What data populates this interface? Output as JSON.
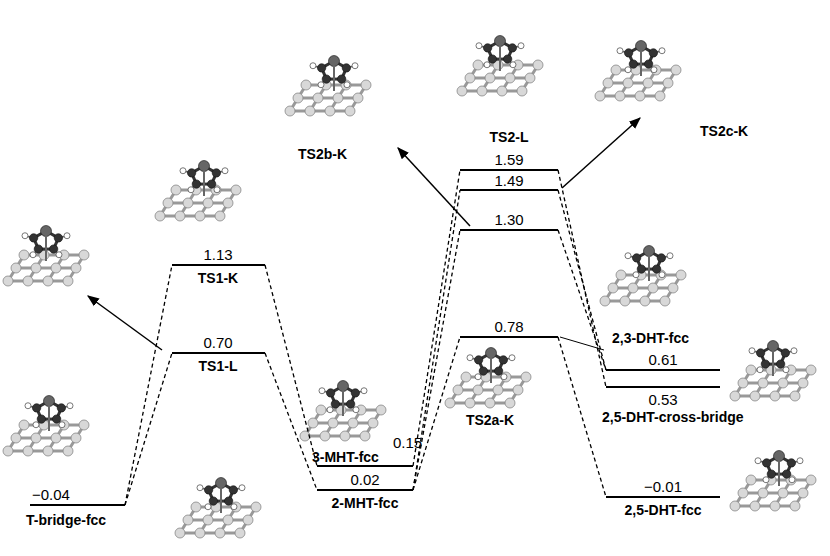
{
  "diagram": {
    "nodes": [
      {
        "text": [
          "−0.04",
          "T-bridge-fcc"
        ]
      },
      {
        "text": [
          "1.13",
          "TS1-K"
        ]
      },
      {
        "text": [
          "0.70",
          "TS1-L"
        ]
      },
      {
        "text": [
          "0.15",
          "3-MHT-fcc"
        ]
      },
      {
        "text": [
          "0.02",
          "2-MHT-fcc"
        ]
      },
      {
        "text": [
          "1.59",
          "TS2-L"
        ]
      },
      {
        "text": [
          "1.49",
          "TS2c-K"
        ]
      },
      {
        "text": [
          "1.30",
          "TS2b-K"
        ]
      },
      {
        "text": [
          "0.78",
          "TS2a-K"
        ]
      },
      {
        "text": [
          "0.61",
          "2,3-DHT-fcc"
        ]
      },
      {
        "text": [
          "0.53",
          "2,5-DHT-cross-bridge"
        ]
      },
      {
        "text": [
          "−0.01",
          "2,5-DHT-fcc"
        ]
      }
    ],
    "edges": [
      {
        "from": 0,
        "to": 1,
        "arrow": "none"
      },
      {
        "from": 0,
        "to": 2,
        "arrow": "none"
      },
      {
        "from": 1,
        "to": 3,
        "arrow": "none"
      },
      {
        "from": 2,
        "to": 4,
        "arrow": "none"
      },
      {
        "from": 3,
        "to": 5,
        "arrow": "none"
      },
      {
        "from": 4,
        "to": 6,
        "arrow": "none"
      },
      {
        "from": 4,
        "to": 7,
        "arrow": "none"
      },
      {
        "from": 4,
        "to": 8,
        "arrow": "none"
      },
      {
        "from": 5,
        "to": 10,
        "arrow": "none"
      },
      {
        "from": 6,
        "to": 9,
        "arrow": "none"
      },
      {
        "from": 7,
        "to": 9,
        "arrow": "none"
      },
      {
        "from": 8,
        "to": 11,
        "arrow": "none"
      }
    ]
  }
}
